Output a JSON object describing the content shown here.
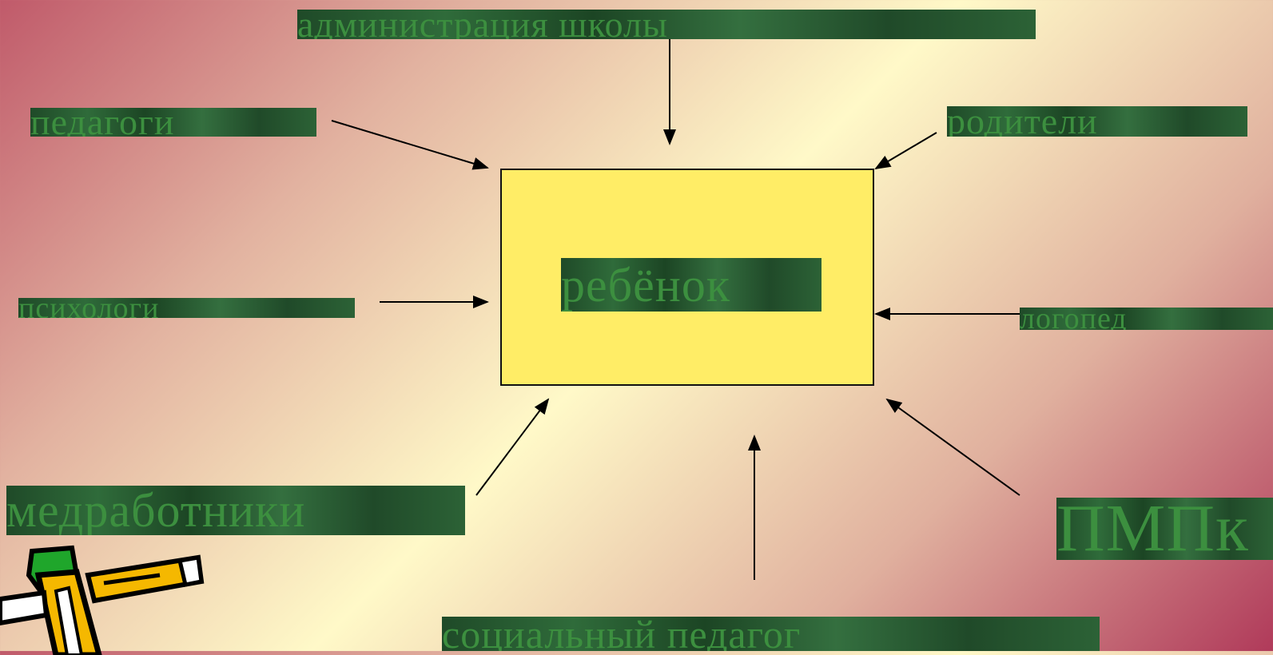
{
  "nodes": {
    "center": "ребёнок",
    "administration": "администрация школы",
    "teachers": "педагоги",
    "parents": "родители",
    "psychologists": "психологи",
    "speech_therapist": "логопед",
    "medical_workers": "медработники",
    "pmpk": "ПМПк",
    "social_pedagogue": "социальный педагог"
  },
  "icons": {
    "pencil": "pencil-icon"
  },
  "colors": {
    "center_box": "#ffed66",
    "label_bg": "#2a5e33",
    "label_text": "#3c8f3f"
  }
}
